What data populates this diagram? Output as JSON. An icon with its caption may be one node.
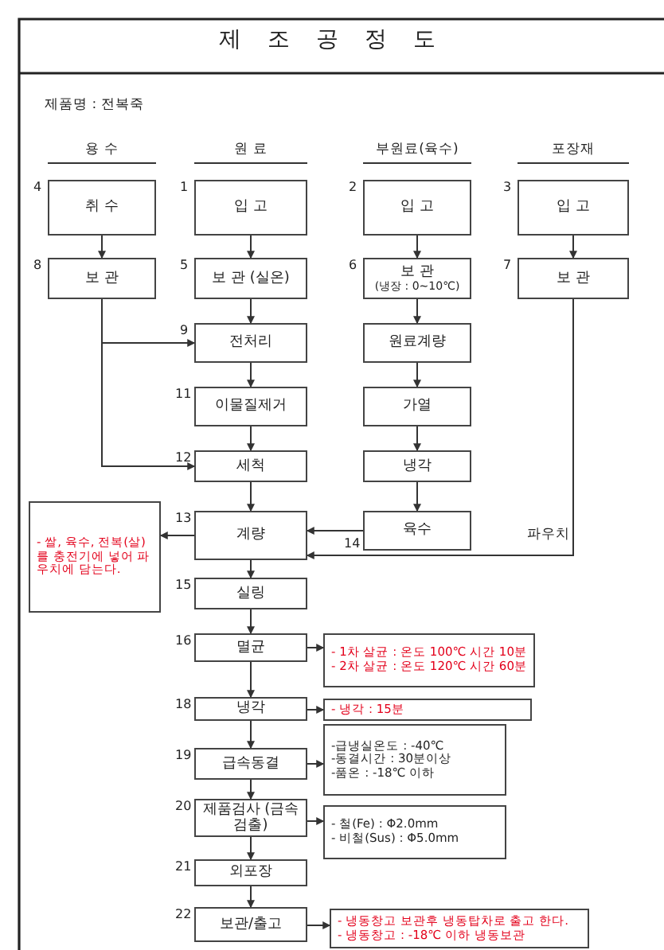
{
  "diagram": {
    "title": "제 조 공 정 도",
    "nodes": [
      {
        "text": [
          "취 수"
        ],
        "beside": [
          "4"
        ]
      },
      {
        "text": [
          "보 관"
        ],
        "beside": [
          "8"
        ]
      },
      {
        "text": [
          "입 고"
        ],
        "beside": [
          "1"
        ]
      },
      {
        "text": [
          "보 관 (실온)"
        ],
        "beside": [
          "5"
        ]
      },
      {
        "text": [
          "입 고"
        ],
        "beside": [
          "2"
        ]
      },
      {
        "text": [
          "보 관",
          "(냉장 : 0~10℃)"
        ],
        "beside": [
          "6"
        ]
      },
      {
        "text": [
          "입 고"
        ],
        "beside": [
          "3"
        ]
      },
      {
        "text": [
          "보 관"
        ],
        "beside": [
          "7"
        ]
      },
      {
        "text": [
          "전처리"
        ],
        "beside": [
          "9"
        ]
      },
      {
        "text": [
          "원료계량"
        ]
      },
      {
        "text": [
          "이물질제거"
        ],
        "beside": [
          "11"
        ]
      },
      {
        "text": [
          "가열"
        ]
      },
      {
        "text": [
          "세척"
        ],
        "beside": [
          "12"
        ]
      },
      {
        "text": [
          "냉각"
        ]
      },
      {
        "text": [
          "계량"
        ],
        "beside": [
          "13"
        ]
      },
      {
        "text": [
          "육수"
        ],
        "beside": [
          "14"
        ]
      },
      {
        "text": [
          "- 쌀, 육수, 전복(살)를 충전기에 넣어 파우치에 담는다."
        ]
      },
      {
        "text": [
          "실링"
        ],
        "beside": [
          "15"
        ]
      },
      {
        "text": [
          "멸균"
        ],
        "beside": [
          "16"
        ]
      },
      {
        "text": [
          "- 1차 살균 : 온도 100℃ 시간 10분",
          "- 2차 살균 : 온도 120℃ 시간 60분"
        ]
      },
      {
        "text": [
          "냉각"
        ],
        "beside": [
          "18"
        ]
      },
      {
        "text": [
          "- 냉각 : 15분"
        ]
      },
      {
        "text": [
          "급속동결"
        ],
        "beside": [
          "19"
        ]
      },
      {
        "text": [
          "-급냉실온도 : -40℃",
          "-동결시간 : 30분이상",
          "-품온 : -18℃ 이하"
        ]
      },
      {
        "text": [
          "제품검사 (금속검출)"
        ],
        "beside": [
          "20"
        ]
      },
      {
        "text": [
          "- 철(Fe) : Φ2.0mm",
          "- 비철(Sus) : Φ5.0mm"
        ]
      },
      {
        "text": [
          "외포장"
        ],
        "beside": [
          "21"
        ]
      },
      {
        "text": [
          "보관/출고"
        ],
        "beside": [
          "22"
        ]
      },
      {
        "text": [
          "- 냉동창고 보관후 냉동탑차로 출고 한다.",
          "- 냉동창고 : -18℃ 이하 냉동보관"
        ]
      }
    ],
    "edges": [
      {
        "from": 0,
        "to": 1,
        "arrow": "to"
      },
      {
        "from": 2,
        "to": 3,
        "arrow": "to"
      },
      {
        "from": 4,
        "to": 5,
        "arrow": "to"
      },
      {
        "from": 6,
        "to": 7,
        "arrow": "to"
      },
      {
        "from": 1,
        "to": 8,
        "arrow": "to"
      },
      {
        "from": 1,
        "to": 12,
        "arrow": "to"
      },
      {
        "from": 3,
        "to": 8,
        "arrow": "to"
      },
      {
        "from": 8,
        "to": 10,
        "arrow": "to"
      },
      {
        "from": 10,
        "to": 12,
        "arrow": "to"
      },
      {
        "from": 12,
        "to": 14,
        "arrow": "to"
      },
      {
        "from": 5,
        "to": 9,
        "arrow": "to"
      },
      {
        "from": 9,
        "to": 11,
        "arrow": "to"
      },
      {
        "from": 11,
        "to": 13,
        "arrow": "to"
      },
      {
        "from": 13,
        "to": 15,
        "arrow": "to"
      },
      {
        "from": 15,
        "to": 14,
        "arrow": "to"
      },
      {
        "from": 7,
        "to": 14,
        "arrow": "to",
        "label": "파우치"
      },
      {
        "from": 14,
        "to": 16,
        "arrow": "to"
      },
      {
        "from": 14,
        "to": 17,
        "arrow": "to"
      },
      {
        "from": 17,
        "to": 18,
        "arrow": "to"
      },
      {
        "from": 18,
        "to": 19,
        "arrow": "to"
      },
      {
        "from": 18,
        "to": 20,
        "arrow": "to"
      },
      {
        "from": 20,
        "to": 21,
        "arrow": "to"
      },
      {
        "from": 20,
        "to": 22,
        "arrow": "to"
      },
      {
        "from": 22,
        "to": 23,
        "arrow": "to"
      },
      {
        "from": 22,
        "to": 24,
        "arrow": "to"
      },
      {
        "from": 24,
        "to": 25,
        "arrow": "to"
      },
      {
        "from": 24,
        "to": 26,
        "arrow": "to"
      },
      {
        "from": 26,
        "to": 27,
        "arrow": "to"
      },
      {
        "from": 27,
        "to": 28,
        "arrow": "to"
      }
    ],
    "labels": [
      "제품명 : 전복죽",
      "용 수",
      "원 료",
      "부원료(육수)",
      "포장재"
    ]
  }
}
